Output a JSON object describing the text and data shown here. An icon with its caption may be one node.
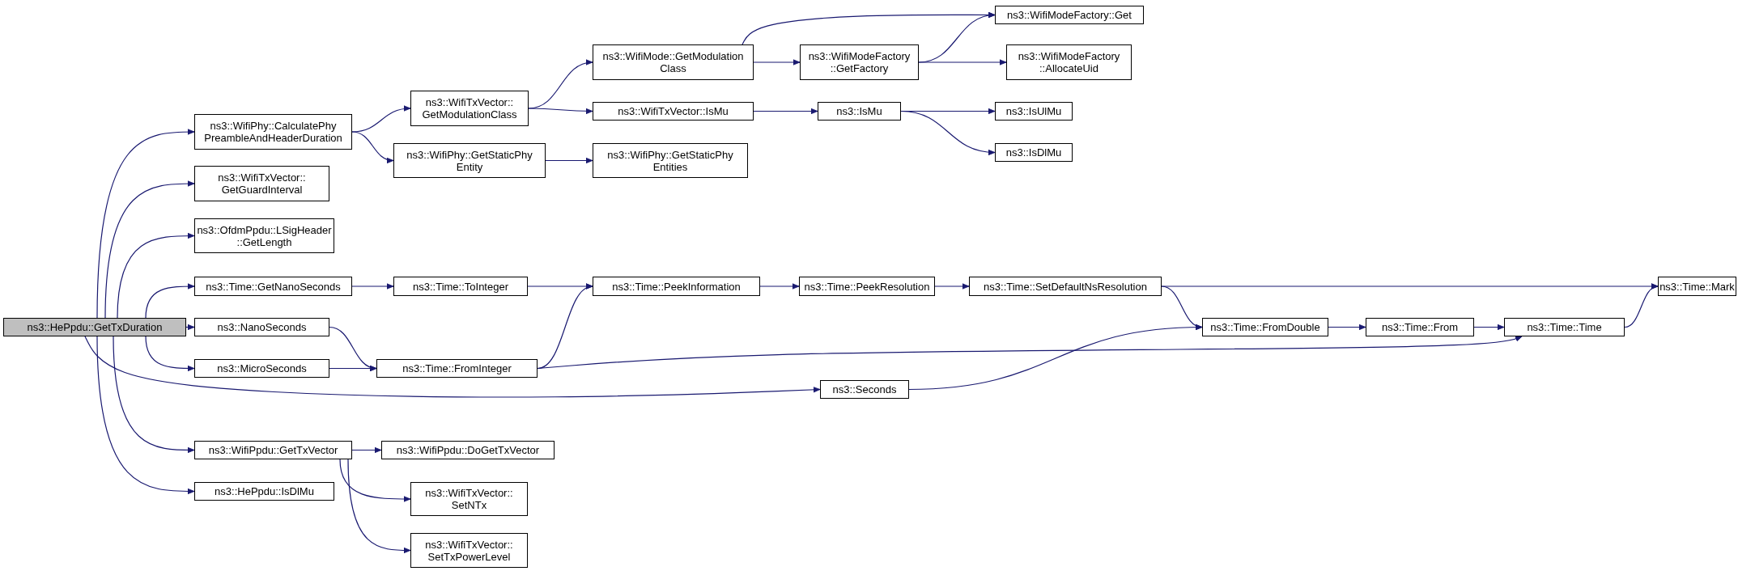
{
  "diagram": {
    "nodes": [
      {
        "text": [
          "ns3::HePpdu::GetTxDuration"
        ]
      },
      {
        "text": [
          "ns3::WifiPhy::CalculatePhy PreambleAndHeaderDuration"
        ]
      },
      {
        "text": [
          "ns3::WifiTxVector:: GetGuardInterval"
        ]
      },
      {
        "text": [
          "ns3::OfdmPpdu::LSigHeader ::GetLength"
        ]
      },
      {
        "text": [
          "ns3::Time::GetNanoSeconds"
        ]
      },
      {
        "text": [
          "ns3::NanoSeconds"
        ]
      },
      {
        "text": [
          "ns3::MicroSeconds"
        ]
      },
      {
        "text": [
          "ns3::WifiPpdu::GetTxVector"
        ]
      },
      {
        "text": [
          "ns3::HePpdu::IsDlMu"
        ]
      },
      {
        "text": [
          "ns3::WifiTxVector:: GetModulationClass"
        ]
      },
      {
        "text": [
          "ns3::WifiPhy::GetStaticPhy Entity"
        ]
      },
      {
        "text": [
          "ns3::Time::ToInteger"
        ]
      },
      {
        "text": [
          "ns3::Time::FromInteger"
        ]
      },
      {
        "text": [
          "ns3::Seconds"
        ]
      },
      {
        "text": [
          "ns3::WifiPpdu::DoGetTxVector"
        ]
      },
      {
        "text": [
          "ns3::WifiTxVector:: SetNTx"
        ]
      },
      {
        "text": [
          "ns3::WifiTxVector:: SetTxPowerLevel"
        ]
      },
      {
        "text": [
          "ns3::WifiMode::GetModulation Class"
        ]
      },
      {
        "text": [
          "ns3::WifiTxVector::IsMu"
        ]
      },
      {
        "text": [
          "ns3::WifiPhy::GetStaticPhy Entities"
        ]
      },
      {
        "text": [
          "ns3::Time::PeekInformation"
        ]
      },
      {
        "text": [
          "ns3::WifiModeFactory ::GetFactory"
        ]
      },
      {
        "text": [
          "ns3::IsMu"
        ]
      },
      {
        "text": [
          "ns3::Time::PeekResolution"
        ]
      },
      {
        "text": [
          "ns3::WifiModeFactory::Get"
        ]
      },
      {
        "text": [
          "ns3::WifiModeFactory ::AllocateUid"
        ]
      },
      {
        "text": [
          "ns3::IsUlMu"
        ]
      },
      {
        "text": [
          "ns3::IsDlMu"
        ]
      },
      {
        "text": [
          "ns3::Time::SetDefaultNsResolution"
        ]
      },
      {
        "text": [
          "ns3::Time::FromDouble"
        ]
      },
      {
        "text": [
          "ns3::Time::From"
        ]
      },
      {
        "text": [
          "ns3::Time::Time"
        ]
      },
      {
        "text": [
          "ns3::Time::Mark"
        ]
      }
    ],
    "edges": [
      {
        "from": 0,
        "to": 1,
        "arrow": "to"
      },
      {
        "from": 0,
        "to": 2,
        "arrow": "to"
      },
      {
        "from": 0,
        "to": 3,
        "arrow": "to"
      },
      {
        "from": 0,
        "to": 4,
        "arrow": "to"
      },
      {
        "from": 0,
        "to": 5,
        "arrow": "to"
      },
      {
        "from": 0,
        "to": 6,
        "arrow": "to"
      },
      {
        "from": 0,
        "to": 13,
        "arrow": "to"
      },
      {
        "from": 0,
        "to": 7,
        "arrow": "to"
      },
      {
        "from": 0,
        "to": 8,
        "arrow": "to"
      },
      {
        "from": 1,
        "to": 9,
        "arrow": "to"
      },
      {
        "from": 1,
        "to": 10,
        "arrow": "to"
      },
      {
        "from": 9,
        "to": 17,
        "arrow": "to"
      },
      {
        "from": 9,
        "to": 18,
        "arrow": "to"
      },
      {
        "from": 10,
        "to": 19,
        "arrow": "to"
      },
      {
        "from": 17,
        "to": 24,
        "arrow": "to"
      },
      {
        "from": 17,
        "to": 21,
        "arrow": "to"
      },
      {
        "from": 21,
        "to": 24,
        "arrow": "to"
      },
      {
        "from": 21,
        "to": 25,
        "arrow": "to"
      },
      {
        "from": 18,
        "to": 22,
        "arrow": "to"
      },
      {
        "from": 22,
        "to": 26,
        "arrow": "to"
      },
      {
        "from": 22,
        "to": 27,
        "arrow": "to"
      },
      {
        "from": 4,
        "to": 11,
        "arrow": "to"
      },
      {
        "from": 11,
        "to": 20,
        "arrow": "to"
      },
      {
        "from": 5,
        "to": 12,
        "arrow": "to"
      },
      {
        "from": 6,
        "to": 12,
        "arrow": "to"
      },
      {
        "from": 12,
        "to": 20,
        "arrow": "to"
      },
      {
        "from": 12,
        "to": 31,
        "arrow": "to"
      },
      {
        "from": 20,
        "to": 23,
        "arrow": "to"
      },
      {
        "from": 23,
        "to": 28,
        "arrow": "to"
      },
      {
        "from": 28,
        "to": 32,
        "arrow": "to"
      },
      {
        "from": 28,
        "to": 29,
        "arrow": "to"
      },
      {
        "from": 13,
        "to": 29,
        "arrow": "to"
      },
      {
        "from": 29,
        "to": 30,
        "arrow": "to"
      },
      {
        "from": 30,
        "to": 31,
        "arrow": "to"
      },
      {
        "from": 31,
        "to": 32,
        "arrow": "to"
      },
      {
        "from": 7,
        "to": 14,
        "arrow": "to"
      },
      {
        "from": 7,
        "to": 15,
        "arrow": "to"
      },
      {
        "from": 7,
        "to": 16,
        "arrow": "to"
      }
    ]
  }
}
